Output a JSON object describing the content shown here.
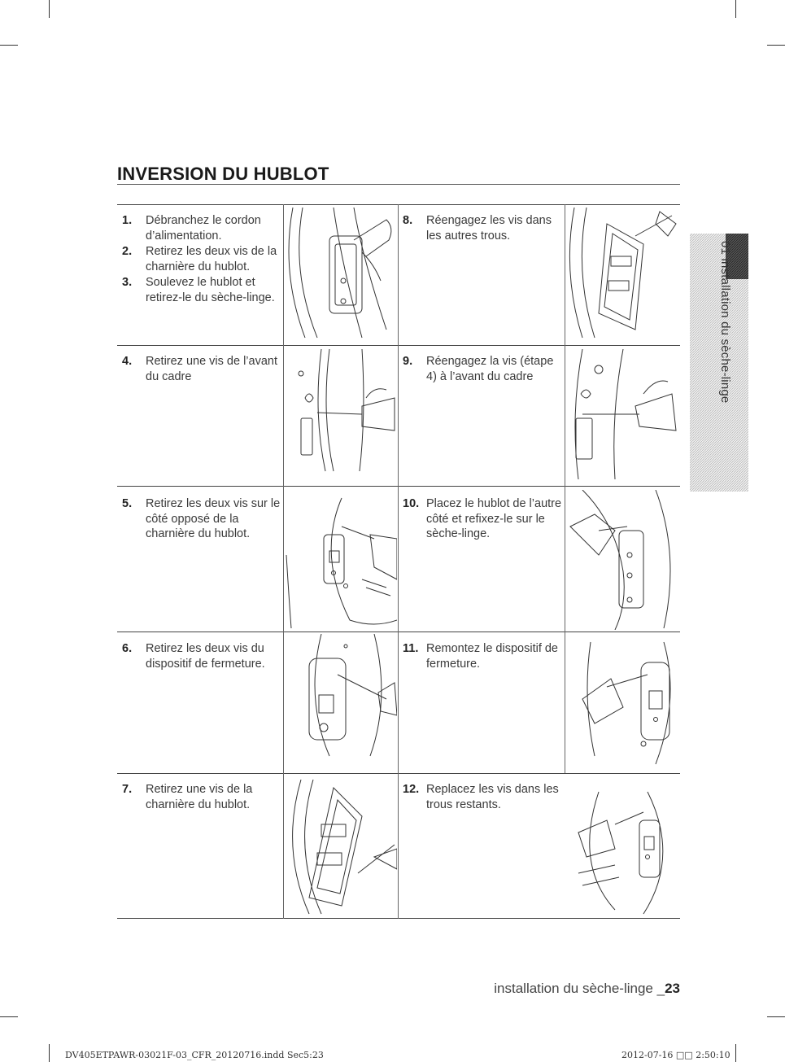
{
  "page": {
    "title": "INVERSION DU HUBLOT",
    "section_tab": "01 installation du sèche-linge",
    "footer_text": "installation du sèche-linge _",
    "footer_page": "23",
    "slug_left": "DV405ETPAWR-03021F-03_CFR_20120716.indd   Sec5:23",
    "slug_right": "2012-07-16   □□ 2:50:10"
  },
  "steps_left": [
    {
      "num": "1.",
      "text": "Débranchez le cordon d’alimentation."
    },
    {
      "num": "2.",
      "text": "Retirez les deux vis de la charnière du hublot."
    },
    {
      "num": "3.",
      "text": "Soulevez le hublot et retirez-le du sèche-linge."
    },
    {
      "num": "4.",
      "text": "Retirez une vis de l’avant du cadre"
    },
    {
      "num": "5.",
      "text": "Retirez les deux vis sur le côté opposé de la charnière du hublot."
    },
    {
      "num": "6.",
      "text": "Retirez les deux vis du dispositif de fermeture."
    },
    {
      "num": "7.",
      "text": "Retirez une vis de la charnière du hublot."
    }
  ],
  "steps_right": [
    {
      "num": "8.",
      "text": "Réengagez les vis dans les autres trous."
    },
    {
      "num": "9.",
      "text": "Réengagez la vis (étape 4) à l’avant du cadre"
    },
    {
      "num": "10.",
      "text": "Placez le hublot de l’autre côté et refixez-le sur le sèche-linge."
    },
    {
      "num": "11.",
      "text": "Remontez le dispositif de fermeture."
    },
    {
      "num": "12.",
      "text": "Replacez les vis dans les trous restants."
    }
  ]
}
